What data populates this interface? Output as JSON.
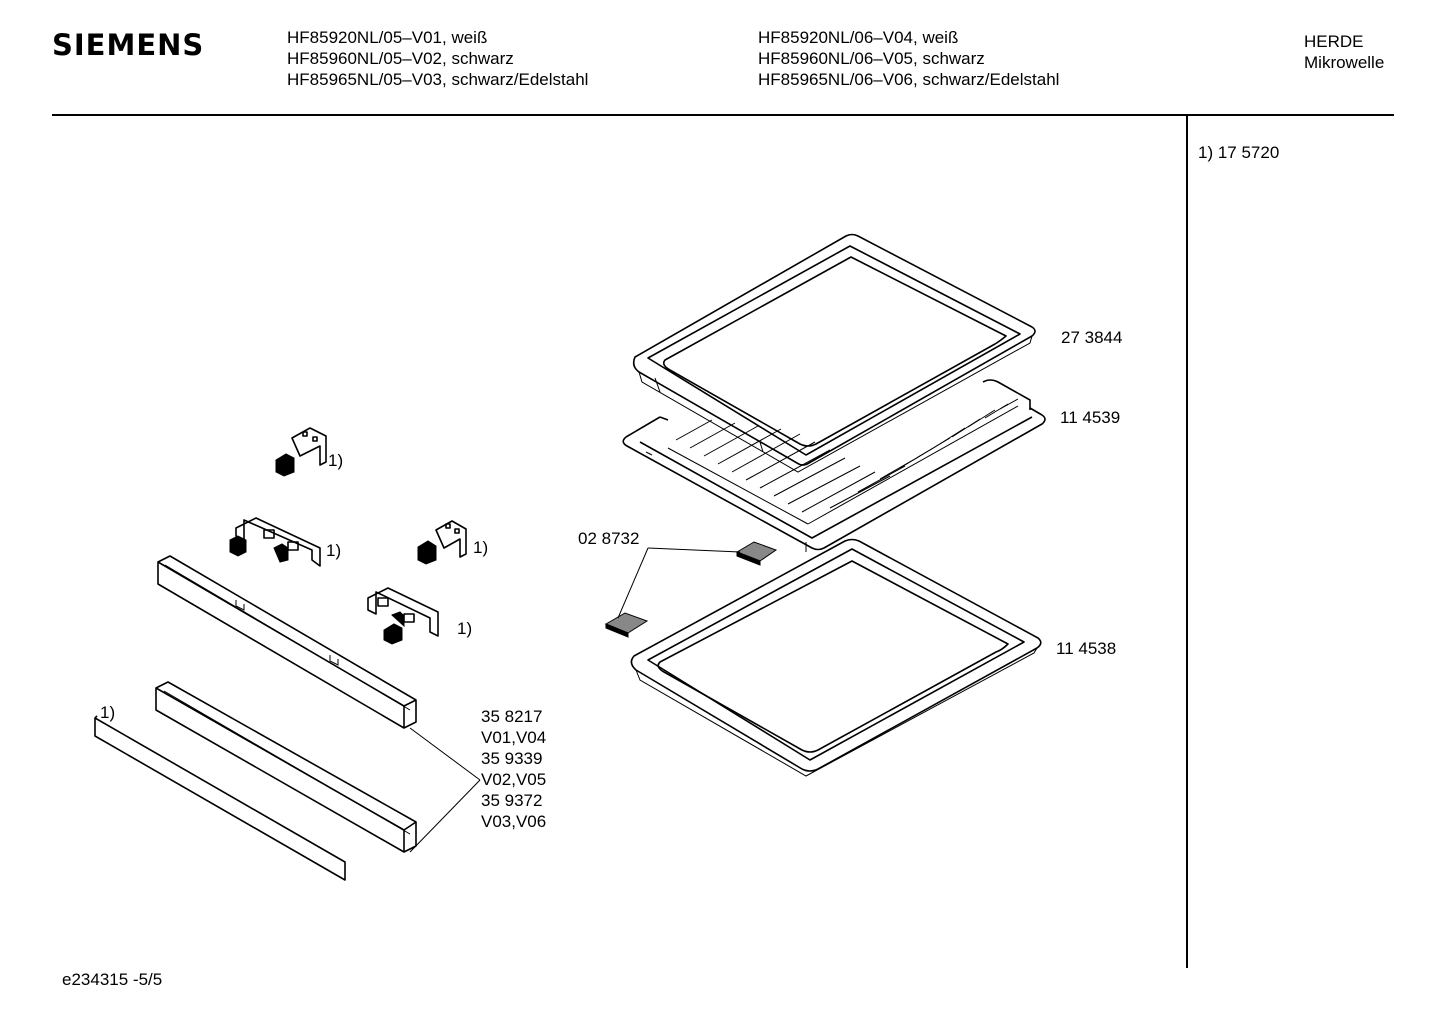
{
  "header": {
    "brand": "SIEMENS",
    "models_col1": [
      "HF85920NL/05–V01, weiß",
      "HF85960NL/05–V02, schwarz",
      "HF85965NL/05–V03, schwarz/Edelstahl"
    ],
    "models_col2": [
      "HF85920NL/06–V04, weiß",
      "HF85960NL/06–V05, schwarz",
      "HF85965NL/06–V06, schwarz/Edelstahl"
    ],
    "category": [
      "HERDE",
      "Mikrowelle"
    ]
  },
  "side_note": "1)  17 5720",
  "footer": "e234315 -5/5",
  "labels": {
    "tray": "27 3844",
    "rack": "11 4539",
    "pan": "11 4538",
    "slide": "02 8732",
    "bracket_a": "1)",
    "bracket_b": "1)",
    "bracket_c": "1)",
    "bracket_d": "1)",
    "strip": "1)",
    "trim": [
      "35 8217",
      "V01,V04",
      "35 9339",
      "V02,V05",
      "35 9372",
      "V03,V06"
    ]
  }
}
